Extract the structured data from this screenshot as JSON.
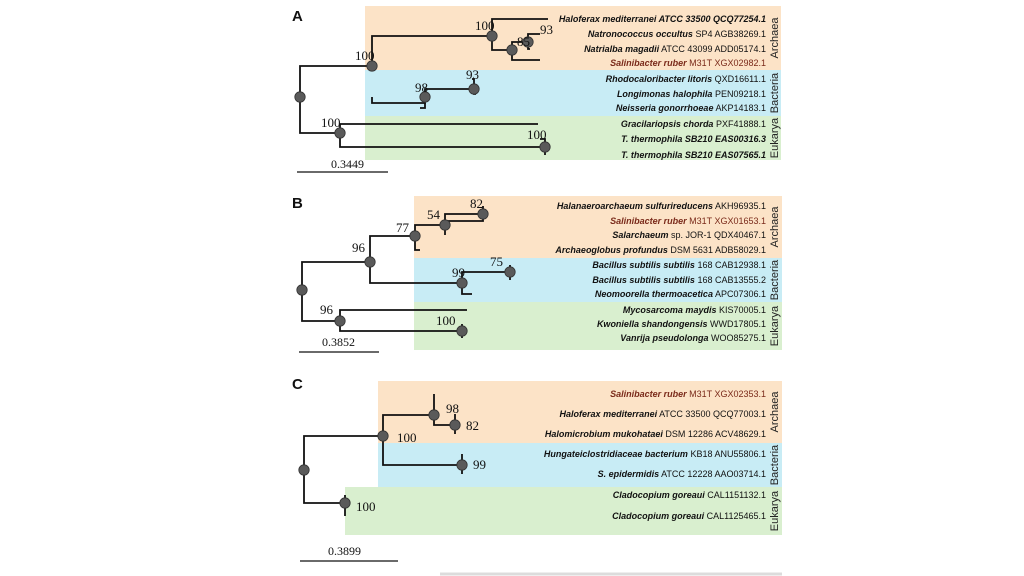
{
  "colors": {
    "archaea": "#fce3c7",
    "bacteria": "#c8ecf5",
    "eukarya": "#d9efcf",
    "highlight_text": "#7a2a1a",
    "branch": "#111111",
    "node": "#5a5a5a"
  },
  "panels": [
    {
      "letter": "A",
      "scale": "0.3449",
      "domains": [
        {
          "key": "archaea",
          "label": "Archaea"
        },
        {
          "key": "bacteria",
          "label": "Bacteria"
        },
        {
          "key": "eukarya",
          "label": "Eukarya"
        }
      ],
      "taxa": [
        {
          "species": "Haloferax mediterranei ATCC 33500 QCQ77254.1",
          "rest": "",
          "highlight": false
        },
        {
          "species": "Natronococcus occultus",
          "rest": " SP4 AGB38269.1",
          "highlight": false
        },
        {
          "species": "Natrialba magadii",
          "rest": " ATCC 43099 ADD05174.1",
          "highlight": false
        },
        {
          "species": "Salinibacter ruber",
          "rest": " M31T XGX02982.1",
          "highlight": true
        },
        {
          "species": "Rhodocaloribacter litoris",
          "rest": " QXD16611.1",
          "highlight": false
        },
        {
          "species": "Longimonas halophila",
          "rest": " PEN09218.1",
          "highlight": false
        },
        {
          "species": "Neisseria gonorrhoeae",
          "rest": " AKP14183.1",
          "highlight": false
        },
        {
          "species": "Gracilariopsis chorda",
          "rest": " PXF41888.1",
          "highlight": false
        },
        {
          "species": "T. thermophila SB210 EAS00316.3",
          "rest": "",
          "highlight": false
        },
        {
          "species": "T. thermophila SB210 EAS07565.1",
          "rest": "",
          "highlight": false
        }
      ],
      "bootstraps": [
        "100",
        "100",
        "85",
        "93",
        "98",
        "100",
        "100"
      ]
    },
    {
      "letter": "B",
      "scale": "0.3852",
      "domains": [
        {
          "key": "archaea",
          "label": "Archaea"
        },
        {
          "key": "bacteria",
          "label": "Bacteria"
        },
        {
          "key": "eukarya",
          "label": "Eukarya"
        }
      ],
      "taxa": [
        {
          "species": "Halanaeroarchaeum sulfurireducens",
          "rest": " AKH96935.1",
          "highlight": false
        },
        {
          "species": "Salinibacter ruber",
          "rest": " M31T XGX01653.1",
          "highlight": true
        },
        {
          "species": "Salarchaeum",
          "rest": " sp. JOR-1 QDX40467.1",
          "highlight": false
        },
        {
          "species": "Archaeoglobus profundus",
          "rest": " DSM 5631 ADB58029.1",
          "highlight": false
        },
        {
          "species": "Bacillus subtilis subtilis",
          "rest": " 168 CAB12938.1",
          "highlight": false
        },
        {
          "species": "Bacillus subtilis subtilis",
          "rest": " 168 CAB13555.2",
          "highlight": false
        },
        {
          "species": "Neomoorella thermoacetica",
          "rest": " APC07306.1",
          "highlight": false
        },
        {
          "species": "Mycosarcoma maydis",
          "rest": " KIS70005.1",
          "highlight": false
        },
        {
          "species": "Kwoniella shandongensis",
          "rest": " WWD17805.1",
          "highlight": false
        },
        {
          "species": "Vanrija pseudolonga",
          "rest": " WOO85275.1",
          "highlight": false
        }
      ],
      "bootstraps": [
        "82",
        "54",
        "77",
        "96",
        "75",
        "99",
        "96",
        "100"
      ]
    },
    {
      "letter": "C",
      "scale": "0.3899",
      "domains": [
        {
          "key": "archaea",
          "label": "Archaea"
        },
        {
          "key": "bacteria",
          "label": "Bacteria"
        },
        {
          "key": "eukarya",
          "label": "Eukarya"
        }
      ],
      "taxa": [
        {
          "species": "Salinibacter ruber",
          "rest": " M31T XGX02353.1",
          "highlight": true
        },
        {
          "species": "Haloferax mediterranei",
          "rest": " ATCC 33500 QCQ77003.1",
          "highlight": false
        },
        {
          "species": "Halomicrobium mukohataei",
          "rest": " DSM 12286 ACV48629.1",
          "highlight": false
        },
        {
          "species": "Hungateiclostridiaceae bacterium",
          "rest": " KB18 ANU55806.1",
          "highlight": false
        },
        {
          "species": "S. epidermidis",
          "rest": " ATCC 12228 AAO03714.1",
          "highlight": false
        },
        {
          "species": "Cladocopium goreaui",
          "rest": " CAL1151132.1",
          "highlight": false
        },
        {
          "species": "Cladocopium goreaui",
          "rest": " CAL1125465.1",
          "highlight": false
        }
      ],
      "bootstraps": [
        "98",
        "82",
        "100",
        "99",
        "100"
      ]
    }
  ]
}
